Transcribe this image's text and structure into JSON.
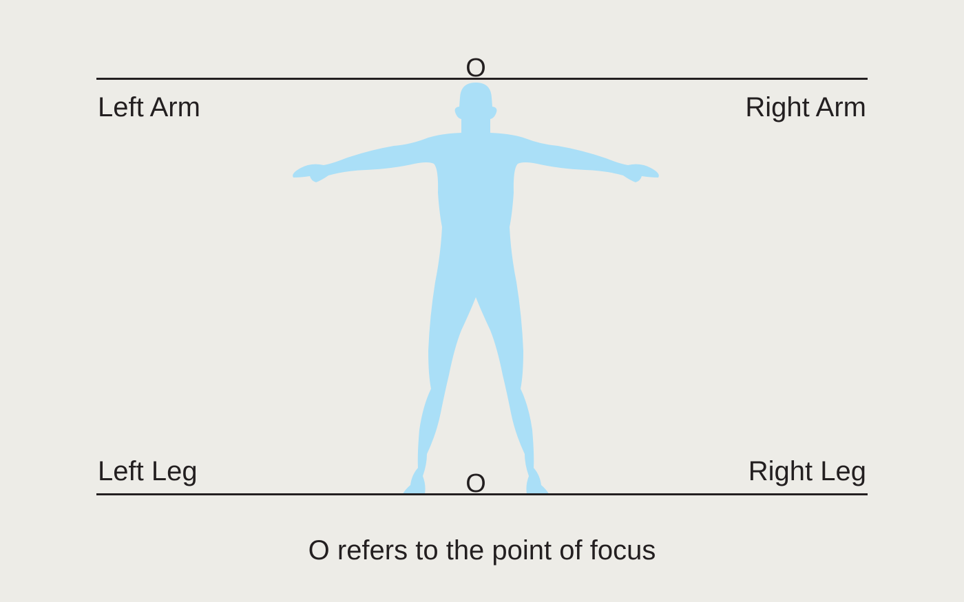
{
  "labels": {
    "left_arm": "Left Arm",
    "right_arm": "Right Arm",
    "left_leg": "Left Leg",
    "right_leg": "Right Leg",
    "focus_top": "O",
    "focus_bottom": "O"
  },
  "caption": "O refers to the point of focus",
  "colors": {
    "figure": "#aadff7",
    "line": "#231f20",
    "background": "#edece7"
  }
}
